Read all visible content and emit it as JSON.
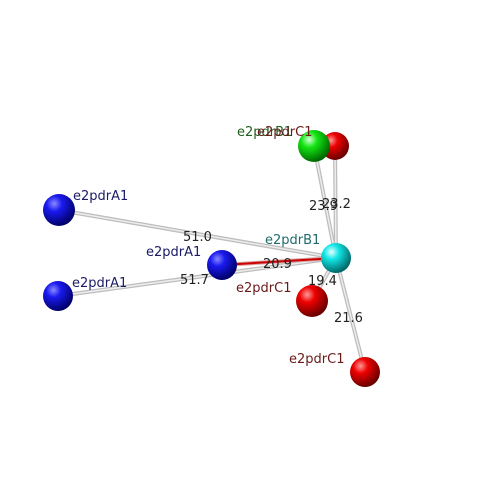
{
  "colors": {
    "background": "#ffffff",
    "bond_line": "#c8c8c8",
    "bond_highlight": "#cc0000",
    "label_A": "#1a1a66",
    "label_B": "#1f6b6b",
    "label_C": "#6b1a1a",
    "label_B_green": "#1f5f1f"
  },
  "atoms": [
    {
      "id": "a1",
      "label": "e2pdrA1",
      "color": "blue"
    },
    {
      "id": "a2",
      "label": "e2pdrA1",
      "color": "blue"
    },
    {
      "id": "a3",
      "label": "e2pdrA1",
      "color": "blue"
    },
    {
      "id": "b1",
      "label": "e2pdrB1",
      "color": "cyan"
    },
    {
      "id": "g1",
      "label": "e2pdrB1",
      "color": "green"
    },
    {
      "id": "c_top",
      "label": "e2pdrC1",
      "color": "red"
    },
    {
      "id": "c_mid",
      "label": "e2pdrC1",
      "color": "red"
    },
    {
      "id": "c_low",
      "label": "e2pdrC1",
      "color": "red"
    }
  ],
  "distances": [
    {
      "from": "a1",
      "to": "b1",
      "value": "51.0"
    },
    {
      "from": "a2",
      "to": "b1",
      "value": "51.7"
    },
    {
      "from": "a3",
      "to": "b1",
      "value": "20.9"
    },
    {
      "from": "g1",
      "to": "b1",
      "value": "23.9"
    },
    {
      "from": "c_top",
      "to": "b1",
      "value": "23.2"
    },
    {
      "from": "c_mid",
      "to": "b1",
      "value": "19.4"
    },
    {
      "from": "c_low",
      "to": "b1",
      "value": "21.6"
    }
  ]
}
